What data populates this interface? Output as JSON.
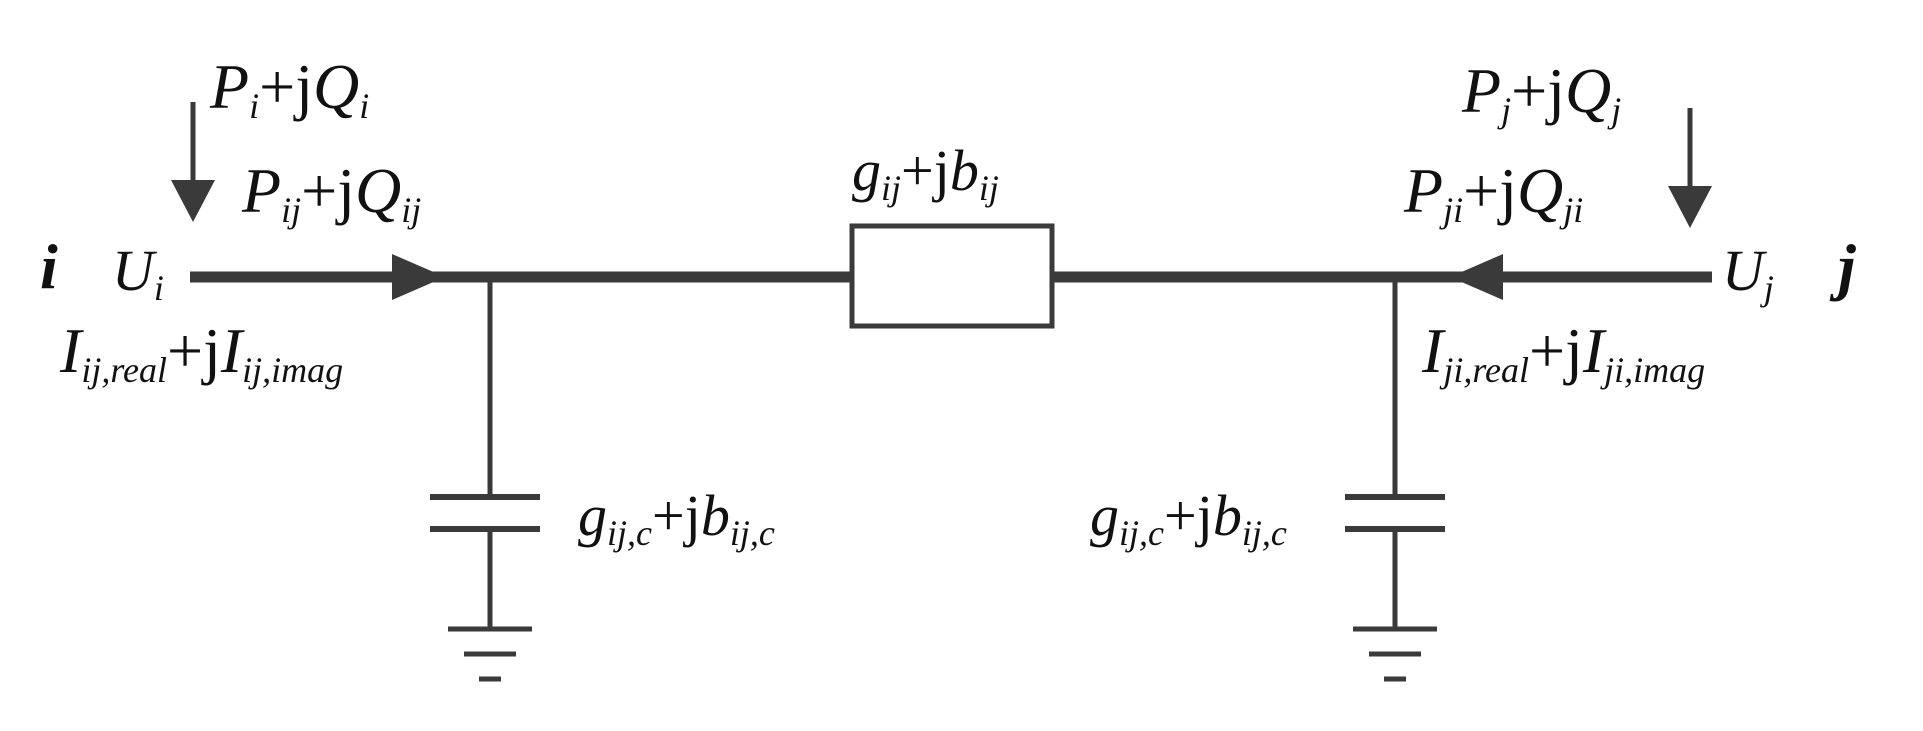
{
  "colors": {
    "line": "#3a3a3a",
    "text": "#111111",
    "background": "#ffffff"
  },
  "nodes": {
    "i": {
      "name": "i",
      "voltage": "U",
      "voltage_sub": "i"
    },
    "j": {
      "name": "j",
      "voltage": "U",
      "voltage_sub": "j"
    }
  },
  "injections": {
    "i": {
      "p": "P",
      "p_sub": "i",
      "plus_j": "+j",
      "q": "Q",
      "q_sub": "i"
    },
    "j": {
      "p": "P",
      "p_sub": "j",
      "plus_j": "+j",
      "q": "Q",
      "q_sub": "j"
    }
  },
  "branch_flows": {
    "ij": {
      "p": "P",
      "p_sub": "ij",
      "plus_j": "+j",
      "q": "Q",
      "q_sub": "ij"
    },
    "ji": {
      "p": "P",
      "p_sub": "ji",
      "plus_j": "+j",
      "q": "Q",
      "q_sub": "ji"
    }
  },
  "currents": {
    "ij": {
      "i1": "I",
      "i1_sub": "ij,real",
      "plus_j": "+j",
      "i2": "I",
      "i2_sub": "ij,imag"
    },
    "ji": {
      "i1": "I",
      "i1_sub": "ji,real",
      "plus_j": "+j",
      "i2": "I",
      "i2_sub": "ji,imag"
    }
  },
  "series_admittance": {
    "g": "g",
    "g_sub": "ij",
    "plus_j": "+j",
    "b": "b",
    "b_sub": "ij"
  },
  "shunt_admittance": {
    "left": {
      "g": "g",
      "g_sub": "ij,c",
      "plus_j": "+j",
      "b": "b",
      "b_sub": "ij,c"
    },
    "right": {
      "g": "g",
      "g_sub": "ij,c",
      "plus_j": "+j",
      "b": "b",
      "b_sub": "ij,c"
    }
  }
}
